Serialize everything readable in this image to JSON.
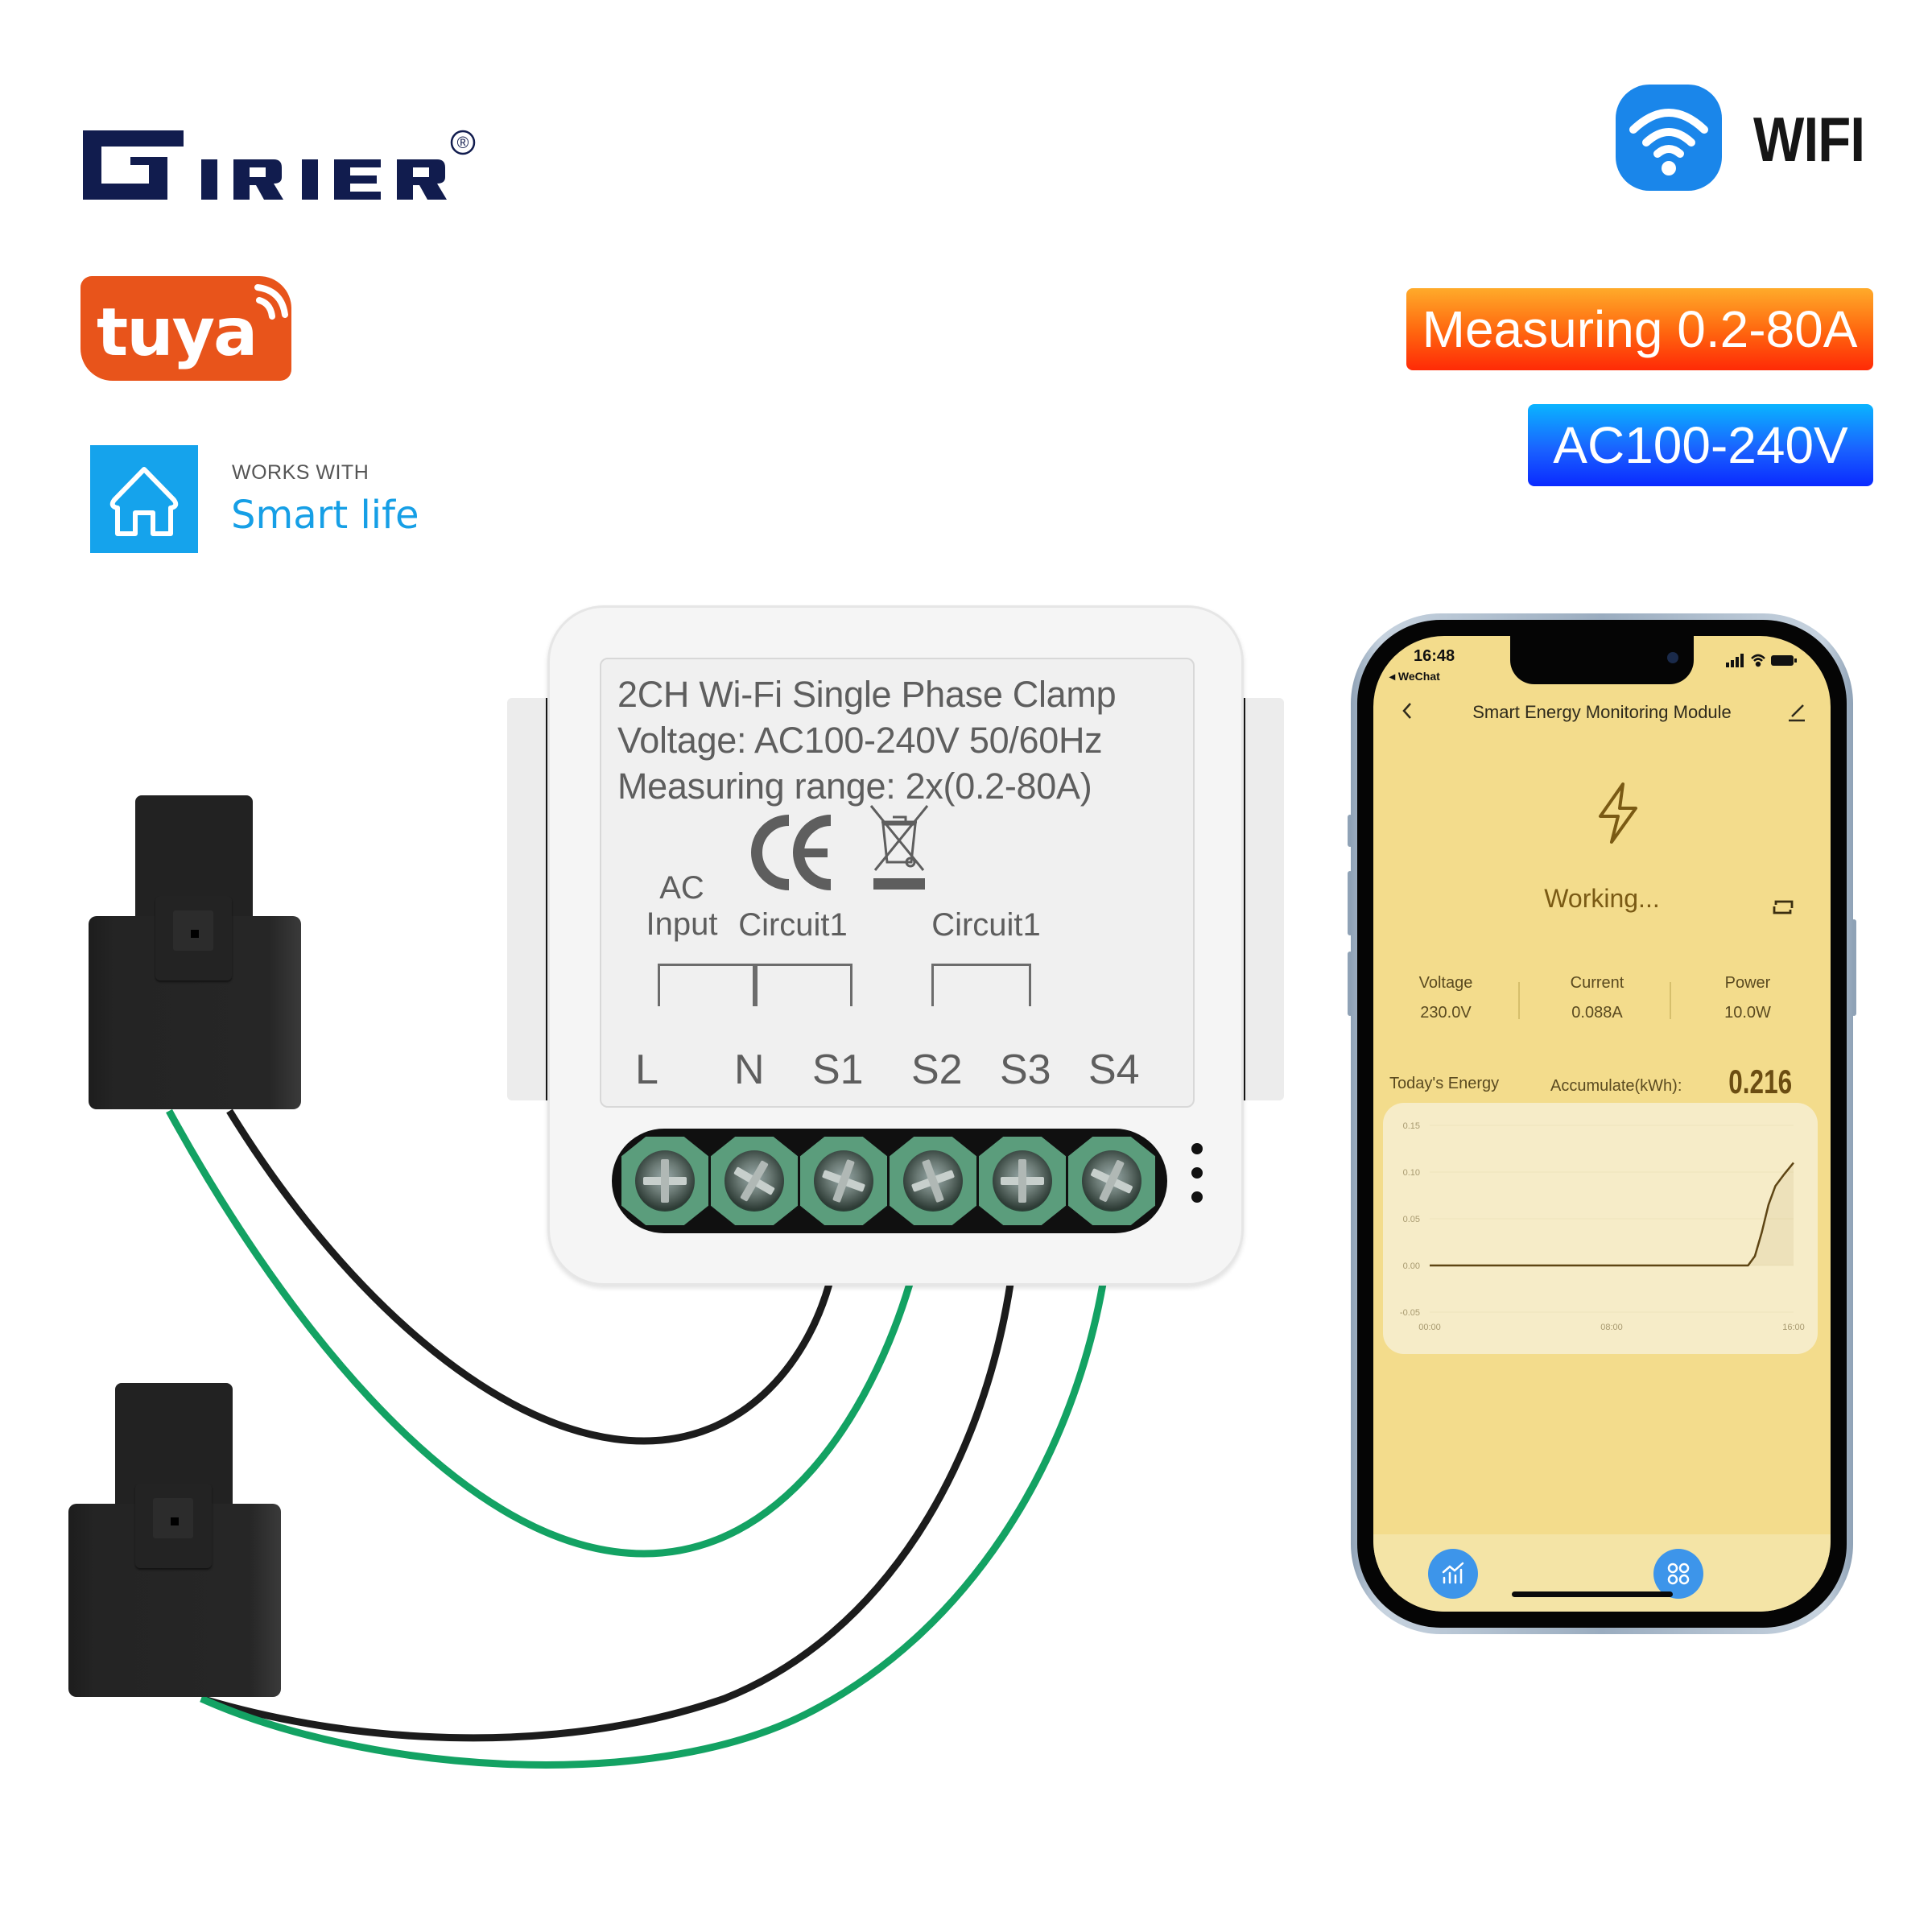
{
  "brand": {
    "name": "GIRIER",
    "registered_mark": "®",
    "colors": {
      "brand_navy": "#111c4e",
      "tuya_orange": "#e8541b",
      "smartlife_blue": "#15a3ec",
      "wifi_blue": "#1a86ea"
    }
  },
  "badges": {
    "wifi_label": "WIFI",
    "tuya_label": "tuya",
    "works_with": "WORKS WITH",
    "smart_life": "Smart life",
    "measuring": "Measuring 0.2-80A",
    "voltage": "AC100-240V"
  },
  "device": {
    "spec_lines": [
      "2CH Wi-Fi Single Phase Clamp",
      "Voltage: AC100-240V 50/60Hz",
      "Measuring range: 2x(0.2-80A)"
    ],
    "certifications": [
      "ce-mark-icon",
      "weee-bin-icon"
    ],
    "groups": [
      {
        "line1": "AC",
        "line2": "Input"
      },
      {
        "line1": "",
        "line2": "Circuit1"
      },
      {
        "line1": "",
        "line2": "Circuit1"
      }
    ],
    "terminals": [
      "L",
      "N",
      "S1",
      "S2",
      "S3",
      "S4"
    ],
    "wire_colors": {
      "black": "#1c1c1c",
      "green": "#13a263"
    }
  },
  "phone": {
    "status_bar": {
      "time": "16:48",
      "back_app": "◂ WeChat"
    },
    "nav": {
      "title": "Smart Energy Monitoring Module"
    },
    "status_text": "Working...",
    "stats": [
      {
        "label": "Voltage",
        "value": "230.0V"
      },
      {
        "label": "Current",
        "value": "0.088A"
      },
      {
        "label": "Power",
        "value": "10.0W"
      }
    ],
    "energy": {
      "today_label": "Today's Energy",
      "accumulate_label": "Accumulate(kWh):",
      "accumulate_value": "0.216"
    },
    "tabs": [
      {
        "icon": "statistics-chart-icon"
      },
      {
        "icon": "grid-menu-icon"
      }
    ]
  },
  "chart_data": {
    "type": "line",
    "title": "",
    "xlabel": "",
    "ylabel": "",
    "x_ticks": [
      "00:00",
      "08:00",
      "16:00"
    ],
    "y_ticks": [
      "0.15",
      "0.10",
      "0.05",
      "0.00",
      "-0.05"
    ],
    "xlim": [
      0,
      16
    ],
    "ylim": [
      -0.05,
      0.15
    ],
    "grid": true,
    "series": [
      {
        "name": "Energy",
        "x": [
          0,
          2,
          4,
          6,
          8,
          10,
          12,
          14,
          14.3,
          14.6,
          14.9,
          15.2,
          15.6,
          16
        ],
        "y": [
          0,
          0,
          0,
          0,
          0,
          0,
          0,
          0,
          0.01,
          0.035,
          0.065,
          0.085,
          0.098,
          0.11
        ]
      }
    ],
    "color": "#5e4514"
  }
}
